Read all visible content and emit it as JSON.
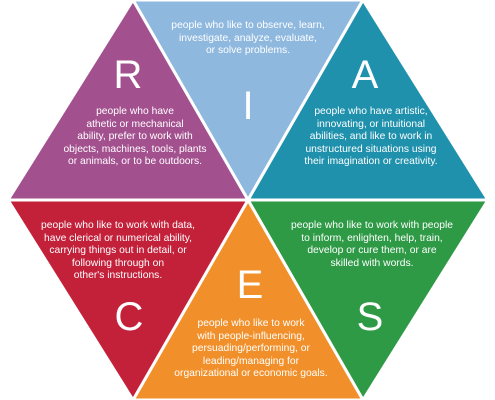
{
  "segments": [
    {
      "key": "investigative",
      "letter": "I",
      "color": "#8fb8df",
      "description": "people who like to observe, learn,\ninvestigate, analyze, evaluate,\nor solve problems."
    },
    {
      "key": "artistic",
      "letter": "A",
      "color": "#1f91ad",
      "description": "people who have artistic,\ninnovating, or intuitional\nabilities, and like to work in\nunstructured situations using\ntheir imagination or creativity."
    },
    {
      "key": "social",
      "letter": "S",
      "color": "#2e9a46",
      "description": "people who like to work with people\nto inform, enlighten, help, train,\ndevelop or cure them, or are\nskilled with words."
    },
    {
      "key": "enterprising",
      "letter": "E",
      "color": "#f1902a",
      "description": "people who like to work\nwith people-influencing,\npersuading/performing, or\nleading/managing for\norganizational or economic goals."
    },
    {
      "key": "conventional",
      "letter": "C",
      "color": "#c3203a",
      "description": "people who like to work with data,\nhave clerical or numerical ability,\ncarrying things out in detail, or\nfollowing through on\nother's instructions."
    },
    {
      "key": "realistic",
      "letter": "R",
      "color": "#a3508f",
      "description": "people who have\nathetic or mechanical\nability, prefer to work with\nobjects, machines, tools, plants\nor animals, or to be outdoors."
    }
  ]
}
